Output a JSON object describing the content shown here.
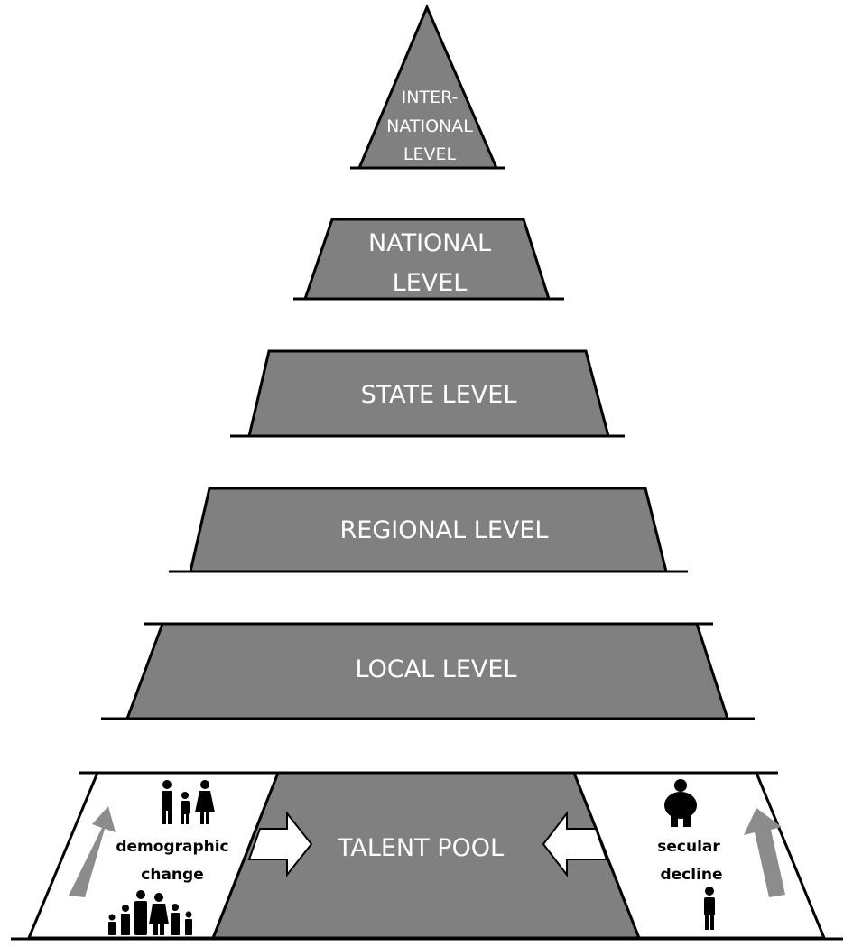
{
  "levels": {
    "international": [
      "INTER-",
      "NATIONAL",
      "LEVEL"
    ],
    "national": [
      "NATIONAL",
      "LEVEL"
    ],
    "state": "STATE LEVEL",
    "regional": "REGIONAL LEVEL",
    "local": "LOCAL LEVEL",
    "talent_pool": "TALENT POOL"
  },
  "left_panel": {
    "line1": "demographic",
    "line2": "change"
  },
  "right_panel": {
    "line1": "secular",
    "line2": "decline"
  },
  "colors": {
    "fill": "#808080",
    "stroke": "#000000",
    "arrow": "#8c8c8c",
    "text": "#ffffff"
  },
  "icons": {
    "small_family": "family-icon",
    "large_family": "large-family-icon",
    "overweight_person": "overweight-person-icon",
    "thin_person": "person-icon",
    "up_arrow": "up-arrow-icon",
    "inward_arrow": "arrow-right-icon"
  }
}
